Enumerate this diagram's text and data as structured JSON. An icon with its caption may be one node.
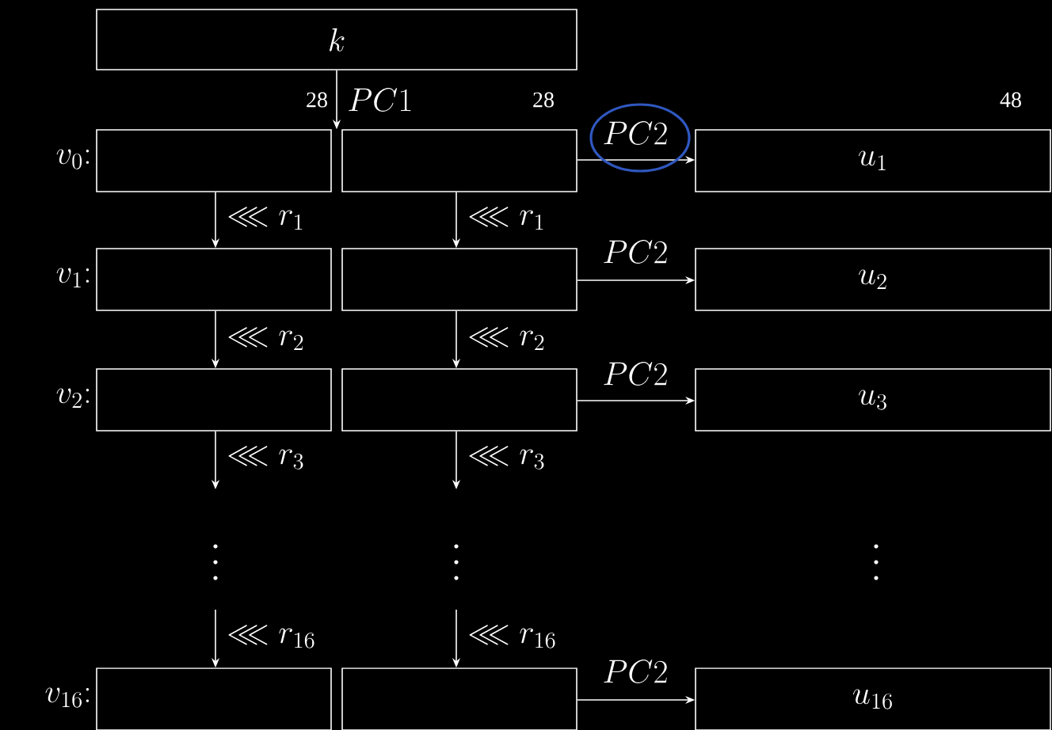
{
  "diagram": {
    "nodes": [
      {
        "text": [
          "k"
        ]
      },
      {
        "text": [],
        "shape": "box",
        "beside": [
          "v_{0}{:}"
        ]
      },
      {
        "text": [],
        "shape": "box"
      },
      {
        "text": [
          "u_{1}"
        ]
      },
      {
        "text": [],
        "shape": "box",
        "beside": [
          "v_{1}{:}"
        ]
      },
      {
        "text": [],
        "shape": "box"
      },
      {
        "text": [
          "u_{2}"
        ]
      },
      {
        "text": [],
        "shape": "box",
        "beside": [
          "v_{2}{:}"
        ]
      },
      {
        "text": [],
        "shape": "box"
      },
      {
        "text": [
          "u_{3}"
        ]
      },
      {
        "text": [],
        "shape": "box",
        "beside": [
          "v_{16}{:}"
        ]
      },
      {
        "text": [],
        "shape": "box"
      },
      {
        "text": [
          "u_{16}"
        ]
      }
    ],
    "edges": [
      {
        "from": 0,
        "to": 1,
        "arrow": "to",
        "label": "PC1"
      },
      {
        "from": 0,
        "to": 2,
        "arrow": "to"
      },
      {
        "from": 2,
        "to": 3,
        "arrow": "to",
        "label": "PC2"
      },
      {
        "from": 1,
        "to": 4,
        "arrow": "to",
        "label": "\\lll r_{1}"
      },
      {
        "from": 2,
        "to": 5,
        "arrow": "to",
        "label": "\\lll r_{1}"
      },
      {
        "from": 5,
        "to": 6,
        "arrow": "to",
        "label": "PC2"
      },
      {
        "from": 4,
        "to": 7,
        "arrow": "to",
        "label": "\\lll r_{2}"
      },
      {
        "from": 5,
        "to": 8,
        "arrow": "to",
        "label": "\\lll r_{2}"
      },
      {
        "from": 8,
        "to": 9,
        "arrow": "to",
        "label": "PC2"
      },
      {
        "from": 7,
        "to": null,
        "arrow": "to",
        "label": "\\lll r_{3}"
      },
      {
        "from": 8,
        "to": null,
        "arrow": "to",
        "label": "\\lll r_{3}"
      },
      {
        "from": null,
        "to": 10,
        "arrow": "to",
        "label": "\\lll r_{16}"
      },
      {
        "from": null,
        "to": 11,
        "arrow": "to",
        "label": "\\lll r_{16}"
      },
      {
        "from": 11,
        "to": 12,
        "arrow": "to",
        "label": "PC2"
      }
    ],
    "labels": [
      "28",
      "28",
      "48"
    ]
  }
}
